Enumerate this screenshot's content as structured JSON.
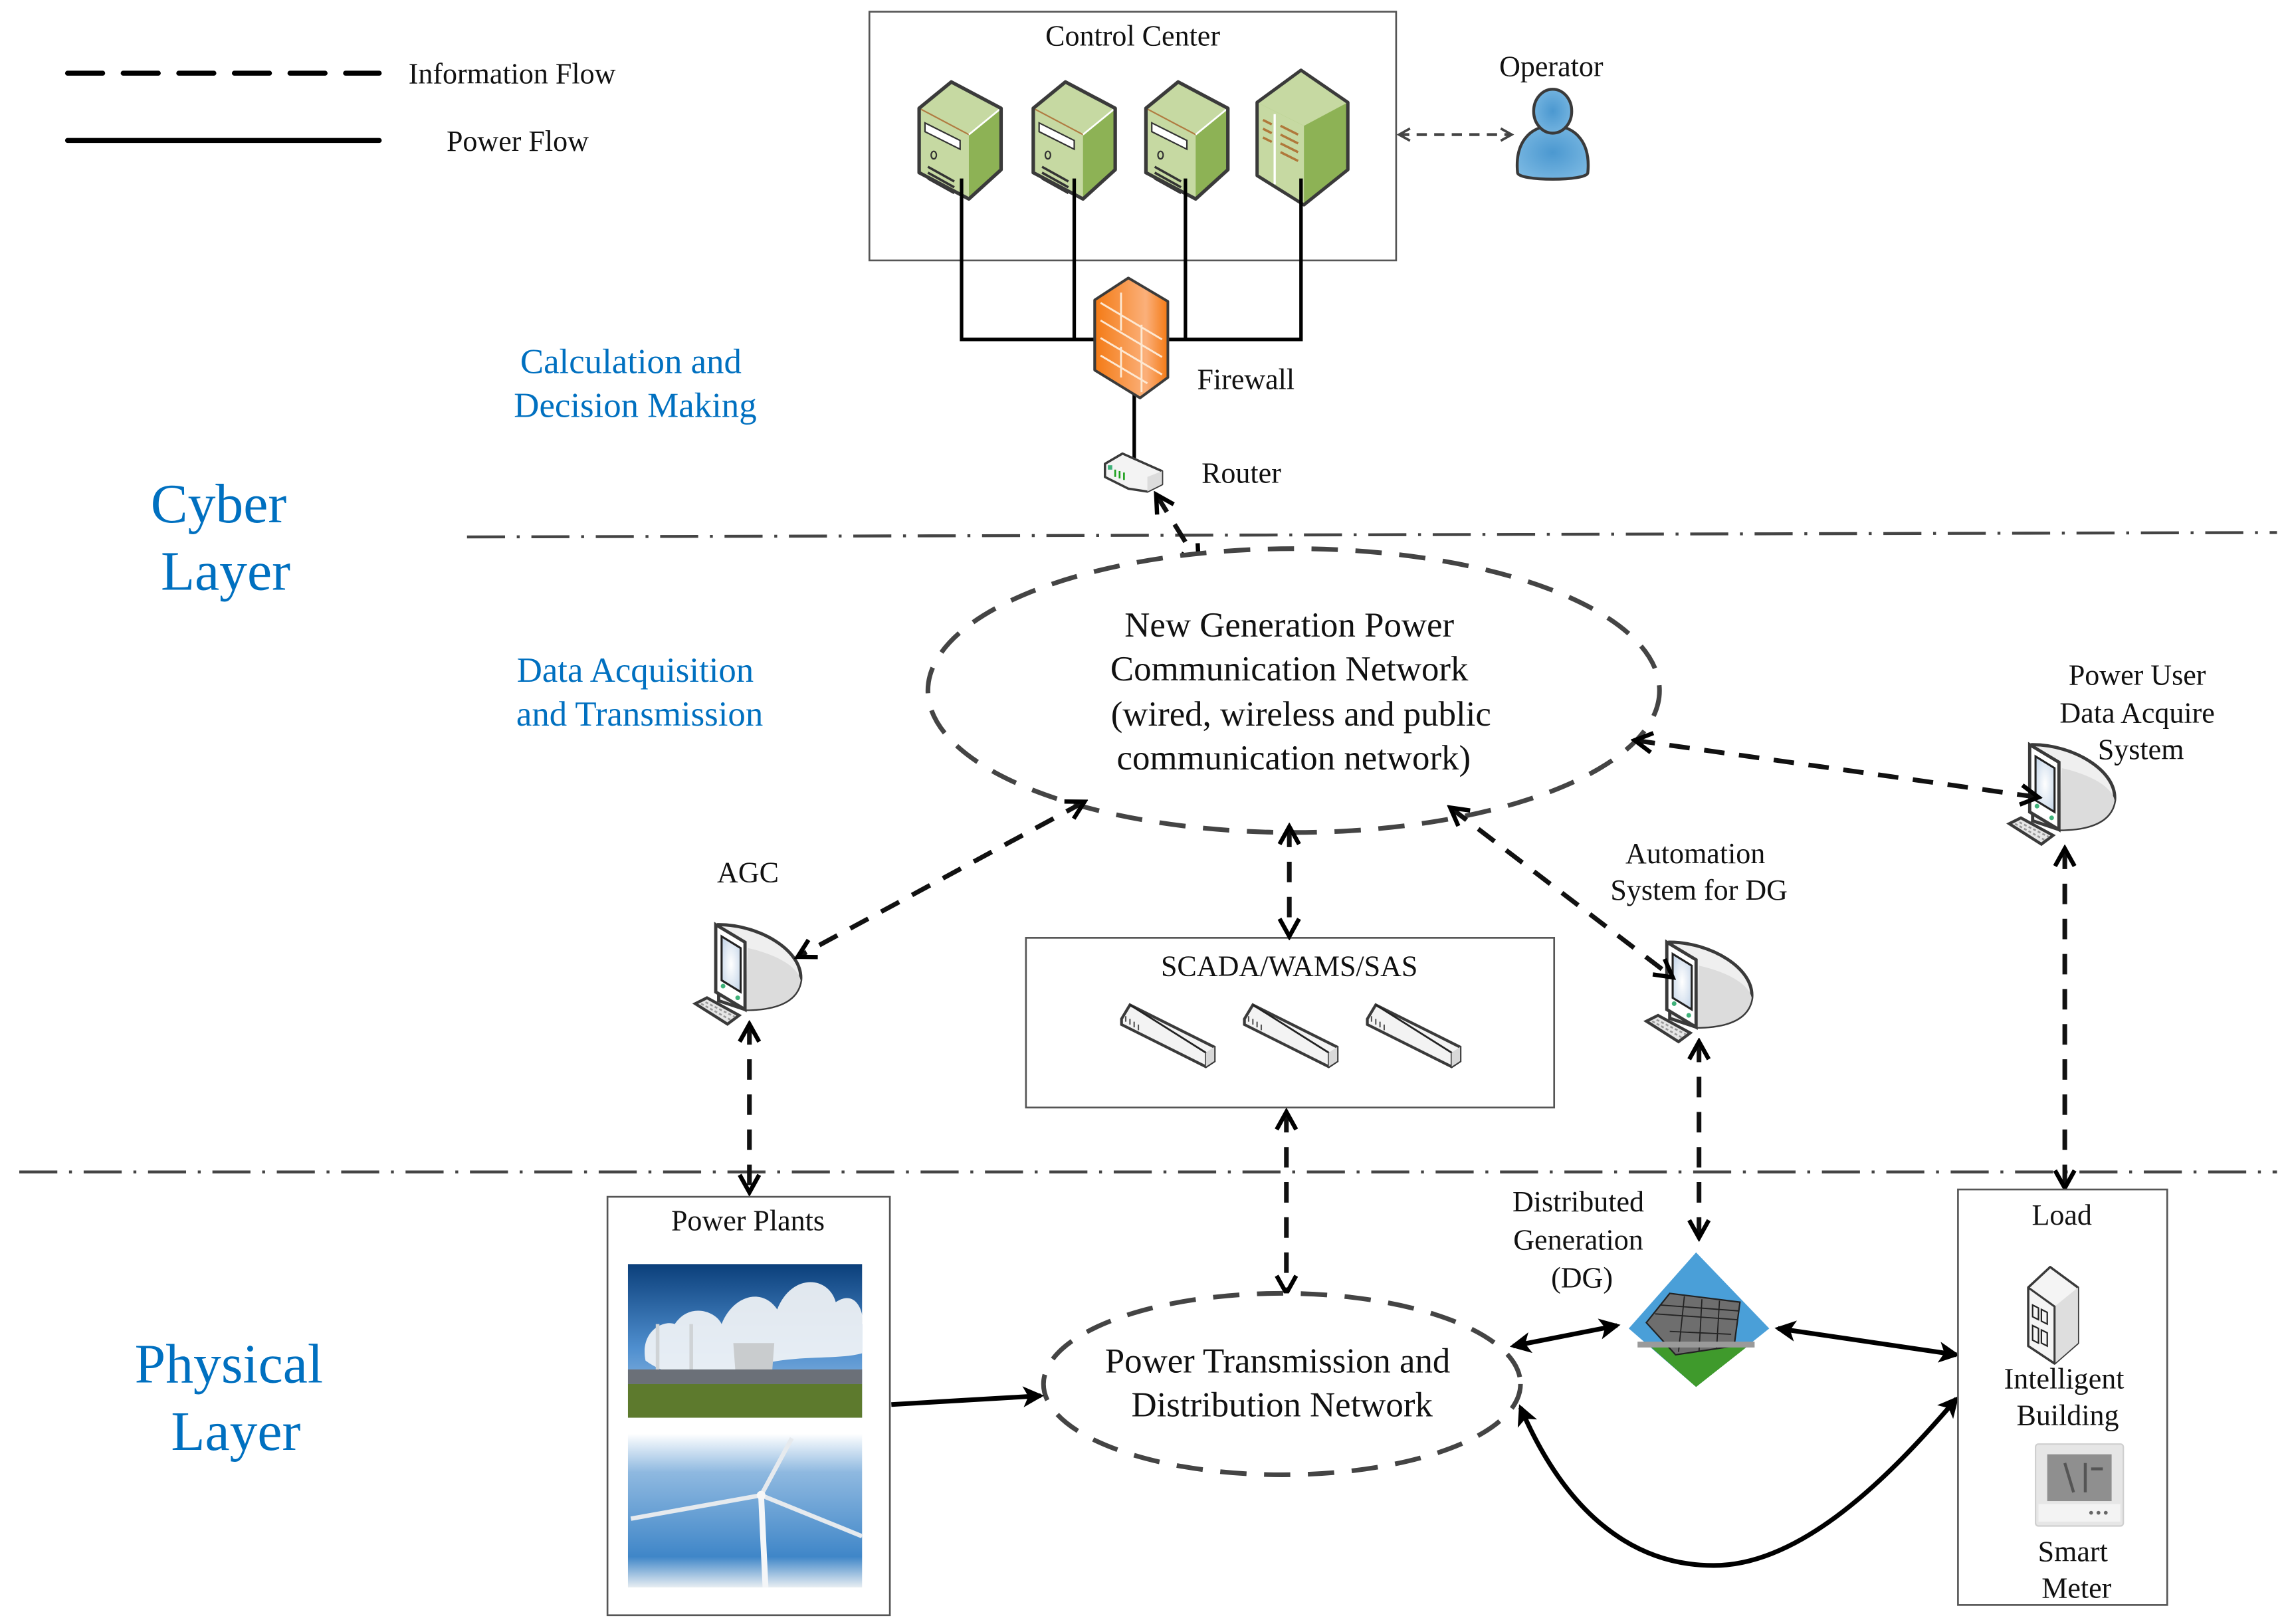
{
  "legend": {
    "information_flow": "Information Flow",
    "power_flow": "Power Flow"
  },
  "layers": {
    "cyber": [
      "Cyber",
      "Layer"
    ],
    "physical": [
      "Physical",
      "Layer"
    ]
  },
  "sections": {
    "calculation": [
      "Calculation and",
      "Decision Making"
    ],
    "data_acquisition": [
      "Data Acquisition",
      "and Transmission"
    ]
  },
  "nodes": {
    "control_center": "Control Center",
    "operator": "Operator",
    "firewall": "Firewall",
    "router": "Router",
    "comm_network": [
      "New Generation Power",
      "Communication Network",
      "(wired, wireless and public",
      "communication network)"
    ],
    "power_user": [
      "Power User",
      "Data Acquire",
      "System"
    ],
    "agc": "AGC",
    "scada": "SCADA/WAMS/SAS",
    "automation": [
      "Automation",
      "System for DG"
    ],
    "power_plants": "Power Plants",
    "transmission_network": [
      "Power Transmission and",
      "Distribution Network"
    ],
    "distributed_generation": [
      "Distributed",
      "Generation",
      "(DG)"
    ],
    "load": "Load",
    "intelligent_building": [
      "Intelligent",
      "Building"
    ],
    "smart_meter": [
      "Smart",
      "Meter"
    ]
  },
  "icons": {
    "server": "server-tower-icon",
    "operator": "person-icon",
    "firewall": "brick-firewall-icon",
    "router": "router-icon",
    "workstation": "desktop-computer-icon",
    "switch": "network-switch-icon",
    "solar": "solar-panel-icon",
    "building": "building-icon",
    "meter": "smart-meter-icon",
    "thermal_plant": "thermal-power-plant-photo",
    "wind_turbine": "wind-turbine-photo"
  },
  "colors": {
    "layer_text": "#0070C0",
    "server_green": "#8DB255",
    "server_light": "#C6D9A2",
    "firewall_orange": "#F7821E",
    "operator_blue": "#5BA3D6",
    "solar_blue": "#4A9FD8",
    "solar_green": "#3F9A2C"
  }
}
